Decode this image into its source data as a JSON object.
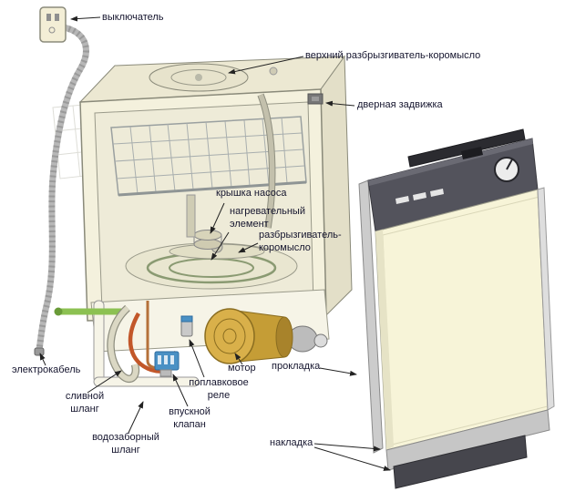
{
  "diagram": {
    "labels": {
      "switch": "выключатель",
      "upper_spray_arm": "верхний разбрызгиватель-коромысло",
      "door_latch": "дверная задвижка",
      "pump_cover": "крышка насоса",
      "heating_element": "нагревательный элемент",
      "spray_arm": "разбрызгиватель-коромысло",
      "power_cable": "электрокабель",
      "drain_hose": "сливной шланг",
      "inlet_valve": "впускной клапан",
      "water_intake_hose": "водозаборный шланг",
      "float_switch": "поплавковое реле",
      "motor": "мотор",
      "gasket": "прокладка",
      "trim": "накладка"
    },
    "colors": {
      "background": "#ffffff",
      "label_text": "#15152e",
      "cabinet_cream": "#f4f1dd",
      "door_panel_cream": "#f7f4d8",
      "control_panel_gray": "#53535c",
      "motor_gold": "#d9b04a",
      "hose_green": "#8cc152",
      "hose_orange": "#c2572a",
      "valve_blue": "#4a90c4",
      "heating_ring_green": "#8a9a72"
    }
  }
}
